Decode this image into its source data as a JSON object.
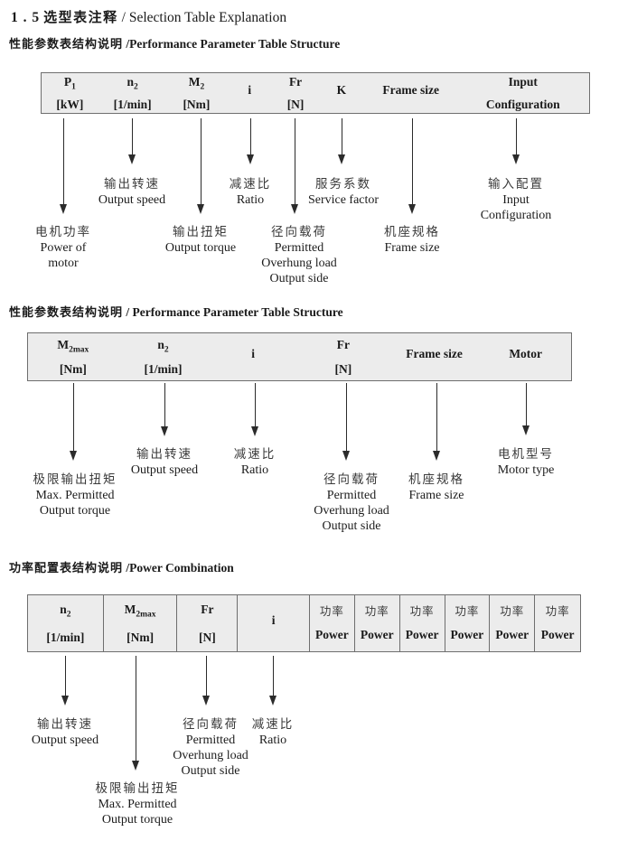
{
  "title": {
    "num": "1 . 5",
    "zh": "选型表注释",
    "en": "/ Selection Table Explanation"
  },
  "sections": [
    {
      "heading": {
        "zh": "性能参数表结构说明",
        "en": " /Performance Parameter Table Structure"
      },
      "table": {
        "columns": [
          {
            "t": "P",
            "sub": "1",
            "b": "[kW]"
          },
          {
            "t": "n",
            "sub": "2",
            "b": "[1/min]"
          },
          {
            "t": "M",
            "sub": "2",
            "b": "[Nm]"
          },
          {
            "t": "i"
          },
          {
            "t": "Fr",
            "b": "[N]"
          },
          {
            "t": "K"
          },
          {
            "t": "Frame size"
          },
          {
            "t": "Input",
            "b": "Configuration"
          }
        ]
      },
      "callouts": [
        {
          "lines": [
            "电机功率",
            "Power of",
            "motor"
          ]
        },
        {
          "lines": [
            "输出转速",
            "Output speed"
          ]
        },
        {
          "lines": [
            "输出扭矩",
            "Output torque"
          ]
        },
        {
          "lines": [
            "减速比",
            "Ratio"
          ]
        },
        {
          "lines": [
            "径向载荷",
            "Permitted",
            "Overhung load",
            "Output side"
          ]
        },
        {
          "lines": [
            "服务系数",
            "Service factor"
          ]
        },
        {
          "lines": [
            "机座规格",
            "Frame size"
          ]
        },
        {
          "lines": [
            "输入配置",
            "Input",
            "Configuration"
          ]
        }
      ]
    },
    {
      "heading": {
        "zh": "性能参数表结构说明",
        "en": " / Performance Parameter Table Structure"
      },
      "table": {
        "columns": [
          {
            "t": "M",
            "sub": "2max",
            "b": "[Nm]"
          },
          {
            "t": "n",
            "sub": "2",
            "b": "[1/min]"
          },
          {
            "t": "i"
          },
          {
            "t": "Fr",
            "b": "[N]"
          },
          {
            "t": "Frame size"
          },
          {
            "t": "Motor"
          }
        ]
      },
      "callouts": [
        {
          "lines": [
            "极限输出扭矩",
            "Max. Permitted",
            "Output  torque"
          ]
        },
        {
          "lines": [
            "输出转速",
            "Output speed"
          ]
        },
        {
          "lines": [
            "减速比",
            "Ratio"
          ]
        },
        {
          "lines": [
            "径向载荷",
            "Permitted",
            "Overhung load",
            "Output side"
          ]
        },
        {
          "lines": [
            "机座规格",
            "Frame size"
          ]
        },
        {
          "lines": [
            "电机型号",
            "Motor type"
          ]
        }
      ]
    },
    {
      "heading": {
        "zh": "功率配置表结构说明",
        "en": " /Power Combination"
      },
      "table": {
        "columns": [
          {
            "t": "n",
            "sub": "2",
            "b": "[1/min]"
          },
          {
            "t": "M",
            "sub": "2max",
            "b": "[Nm]"
          },
          {
            "t": "Fr",
            "b": "[N]"
          },
          {
            "t": "i"
          },
          {
            "zh": "功率",
            "b": "Power"
          },
          {
            "zh": "功率",
            "b": "Power"
          },
          {
            "zh": "功率",
            "b": "Power"
          },
          {
            "zh": "功率",
            "b": "Power"
          },
          {
            "zh": "功率",
            "b": "Power"
          },
          {
            "zh": "功率",
            "b": "Power"
          }
        ]
      },
      "callouts": [
        {
          "lines": [
            "输出转速",
            "Output speed"
          ]
        },
        {
          "lines": [
            "极限输出扭矩",
            "Max. Permitted",
            "Output  torque"
          ]
        },
        {
          "lines": [
            "径向载荷",
            "Permitted",
            "Overhung load",
            "Output side"
          ]
        },
        {
          "lines": [
            "减速比",
            "Ratio"
          ]
        }
      ]
    }
  ]
}
